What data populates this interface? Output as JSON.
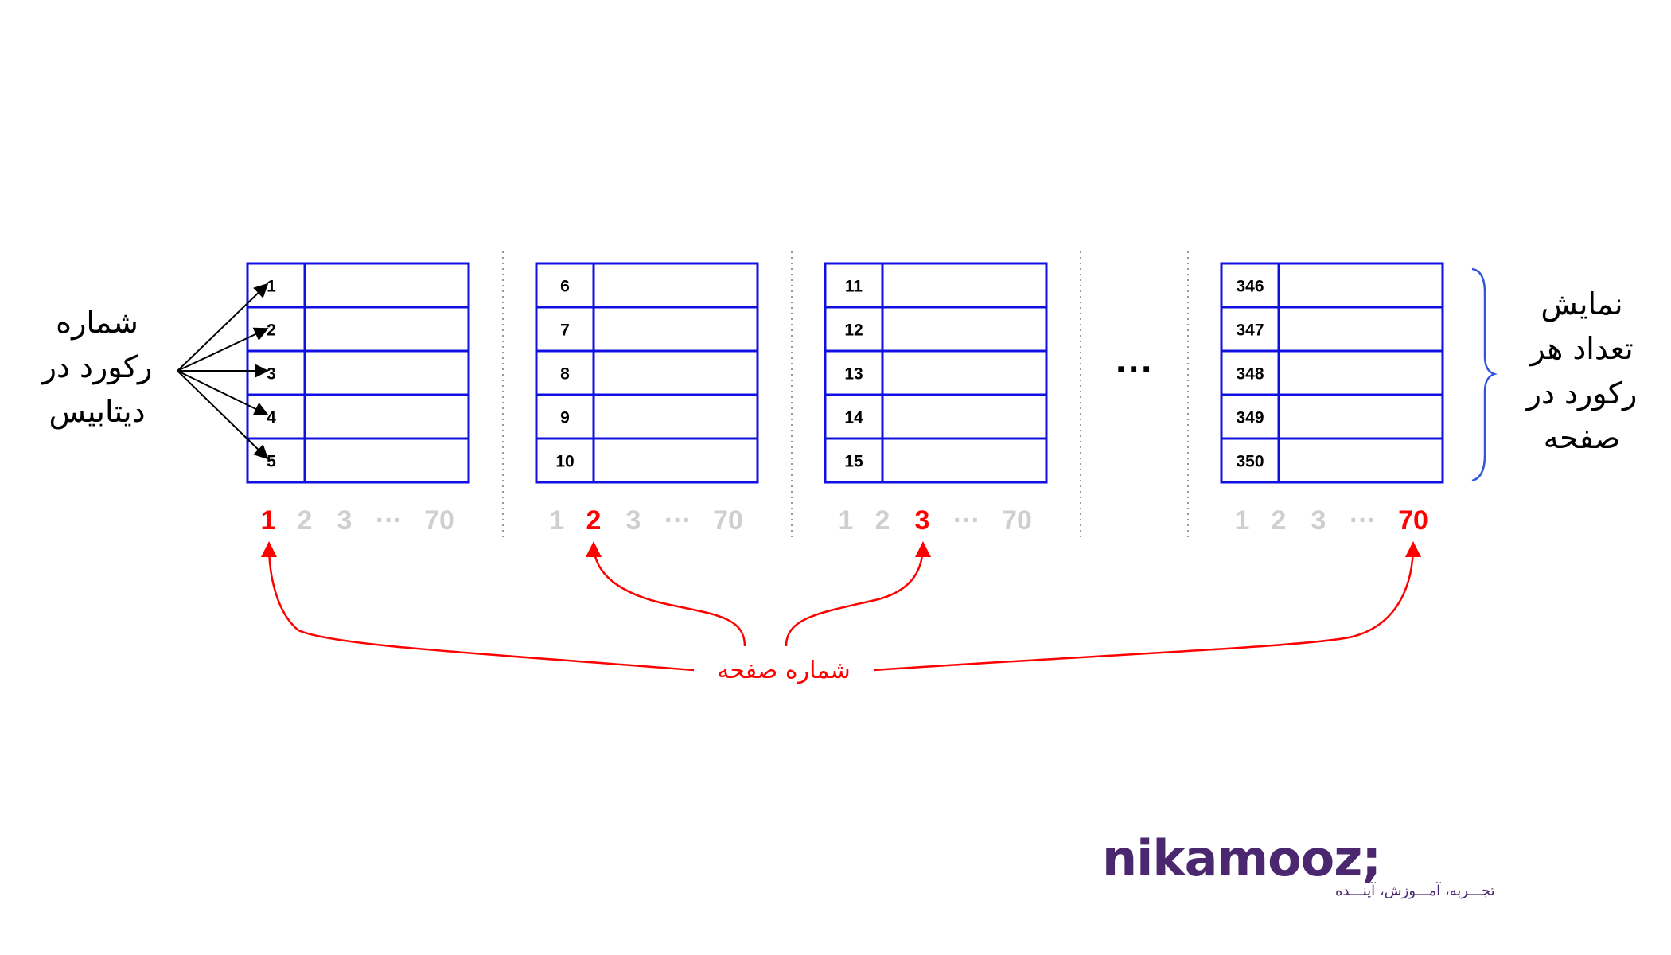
{
  "colors": {
    "table_border": "#1010e0",
    "accent": "#ff0000",
    "inactive_page": "#cfcfcf",
    "brace": "#3355dd",
    "logo": "#4b2770",
    "divider": "#999999"
  },
  "groups": [
    {
      "records": [
        "1",
        "2",
        "3",
        "4",
        "5"
      ],
      "pages": [
        "1",
        "2",
        "3",
        "···",
        "70"
      ],
      "active_page": 0
    },
    {
      "records": [
        "6",
        "7",
        "8",
        "9",
        "10"
      ],
      "pages": [
        "1",
        "2",
        "3",
        "···",
        "70"
      ],
      "active_page": 1
    },
    {
      "records": [
        "11",
        "12",
        "13",
        "14",
        "15"
      ],
      "pages": [
        "1",
        "2",
        "3",
        "···",
        "70"
      ],
      "active_page": 2
    },
    {
      "records": [
        "346",
        "347",
        "348",
        "349",
        "350"
      ],
      "pages": [
        "1",
        "2",
        "3",
        "···",
        "70"
      ],
      "active_page": 4
    }
  ],
  "gap_ellipsis": "···",
  "left_label": [
    "شماره",
    "رکورد در",
    "دیتابیس"
  ],
  "right_label": [
    "نمایش",
    "تعداد هر",
    "رکورد در",
    "صفحه"
  ],
  "page_number_label": "شماره صفحه",
  "logo": {
    "name": "nikamooz;",
    "tagline": "تجـــربه، آمـــوزش، آینـــده"
  }
}
